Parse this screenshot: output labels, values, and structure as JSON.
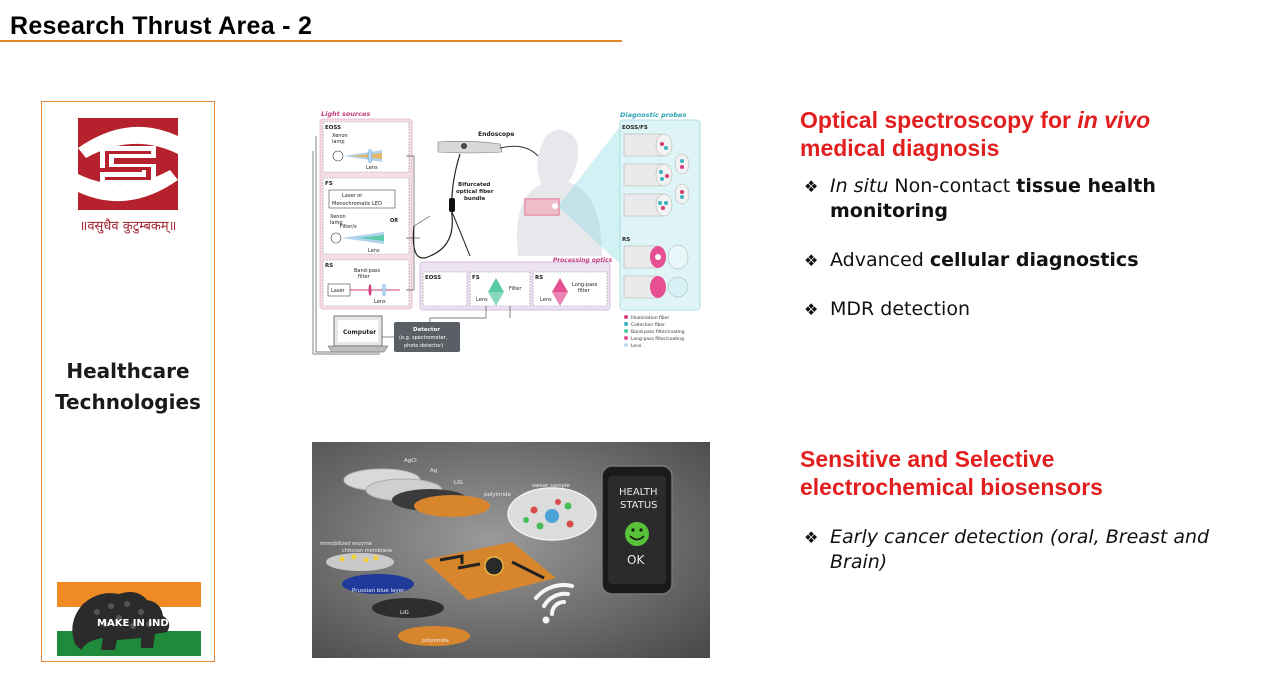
{
  "header": {
    "title": "Research Thrust Area - 2"
  },
  "left_panel": {
    "motto": "॥वसुधैव कुटुम्बकम्॥",
    "heading_line1": "Healthcare",
    "heading_line2": "Technologies",
    "badge_text": "MAKE IN INDIA"
  },
  "colors": {
    "accent": "#e0892b",
    "topic": "#e21e1e",
    "logo_red": "#b5212c"
  },
  "section1": {
    "title_part1": "Optical spectroscopy for ",
    "title_italic": "in vivo",
    "title_part2": "medical diagnosis",
    "bullet1_italic": "In situ",
    "bullet1_plain": " Non-contact ",
    "bullet1_bold": "tissue health monitoring",
    "bullet2_plain": "Advanced ",
    "bullet2_bold": "cellular diagnostics",
    "bullet3_plain": "MDR detection"
  },
  "section2": {
    "title_line1": "Sensitive and Selective",
    "title_line2": "electrochemical biosensors",
    "bullet1_italic": "Early cancer detection (oral, Breast and Brain)"
  },
  "bullet_glyph": "❖",
  "figure1": {
    "light_sources": "Light sources",
    "diagnostic_probes": "Diagnostic probes",
    "processing_optics": "Processing optics",
    "eoss": "EOSS",
    "fs": "FS",
    "rs": "RS",
    "eoss_fs": "EOSS/FS",
    "xenon_lamp_1": "Xenon",
    "xenon_lamp_2": "lamp",
    "lens": "Lens",
    "laser_or": "Laser or",
    "mono_led": "Monochromatic LED",
    "or": "OR",
    "filters": "Filter/s",
    "bandpass_1": "Band-pass",
    "bandpass_2": "filter",
    "laser": "Laser",
    "endoscope": "Endoscope",
    "bifurcated_1": "Bifurcated",
    "bifurcated_2": "optical fiber",
    "bifurcated_3": "bundle",
    "filter": "Filter",
    "longpass_1": "Long-pass",
    "longpass_2": "filter",
    "computer": "Computer",
    "detector_1": "Detector",
    "detector_2": "(e.g. spectrometer,",
    "detector_3": "photo detector)",
    "legend": [
      "Illumination fiber",
      "Collection fiber",
      "Band-pass filter/coating",
      "Long-pass filter/coating",
      "Lens"
    ]
  },
  "figure2": {
    "agcl": "AgCl",
    "ag": "Ag",
    "lig": "LIG",
    "polyimide": "polyimide",
    "sweat_sample": "sweat sample",
    "immobilized_enzyme": "immobilized enzyme",
    "chitosan": "chitosan membrane",
    "prussian": "Prussian blue layer",
    "lig2": "LIG",
    "polyimide2": "polyimide",
    "health": "HEALTH",
    "status": "STATUS",
    "ok": "OK"
  }
}
